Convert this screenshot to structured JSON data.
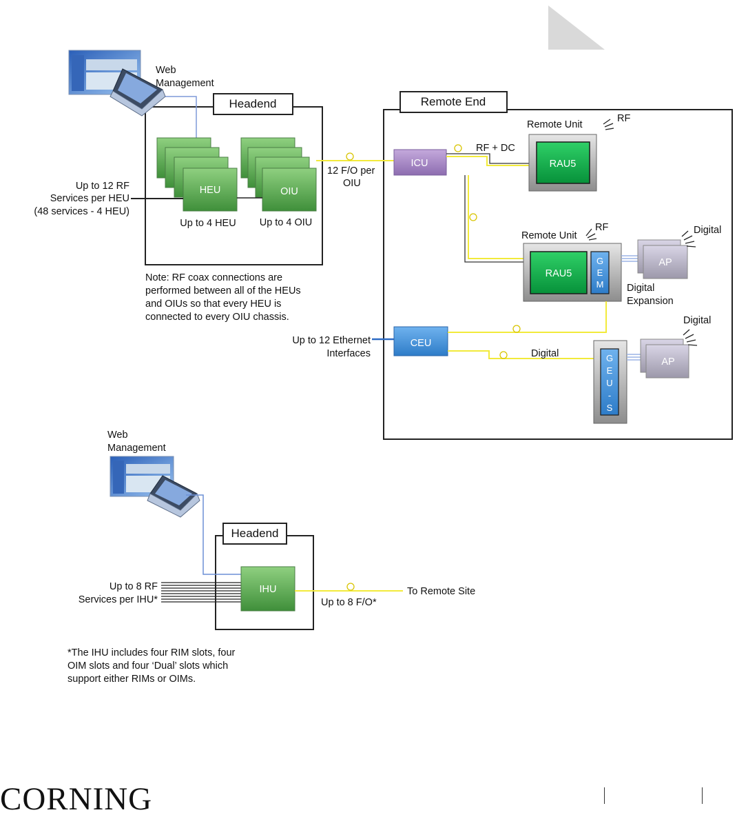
{
  "top": {
    "web_management": [
      "Web",
      "Management"
    ],
    "headend_title": "Headend",
    "remote_end_title": "Remote End",
    "heu_label": "HEU",
    "oiu_label": "OIU",
    "up_to_4_heu": "Up to 4 HEU",
    "up_to_4_oiu": "Up to 4 OIU",
    "rf_services": [
      "Up to 12 RF",
      "Services per HEU",
      "(48 services - 4 HEU)"
    ],
    "fo_per_oiu": [
      "12 F/O per",
      "OIU"
    ],
    "note": [
      "Note: RF coax connections are",
      "performed between all of the HEUs",
      "and OIUs so that every HEU is",
      "connected to every OIU chassis."
    ],
    "icu_label": "ICU",
    "rf_dc": "RF + DC",
    "remote_unit_1": "Remote Unit",
    "rf_1": "RF",
    "rau5_1": "RAU5",
    "remote_unit_2": "Remote Unit",
    "rf_2": "RF",
    "rau5_2": "RAU5",
    "gem_letters": [
      "G",
      "E",
      "M"
    ],
    "digital_1": "Digital",
    "ap_1": "AP",
    "digital_expansion": [
      "Digital",
      "Expansion"
    ],
    "ethernet": [
      "Up to 12 Ethernet",
      "Interfaces"
    ],
    "ceu_label": "CEU",
    "digital_link": "Digital",
    "digital_2": "Digital",
    "geus_letters": [
      "G",
      "E",
      "U",
      "-",
      "S"
    ],
    "ap_2": "AP"
  },
  "bottom": {
    "web_management": [
      "Web",
      "Management"
    ],
    "headend_title": "Headend",
    "ihu_label": "IHU",
    "rf_services": [
      "Up to 8 RF",
      "Services per IHU*"
    ],
    "fo": "Up to 8 F/O*",
    "to_remote": "To Remote Site",
    "footnote": [
      "*The IHU includes four RIM slots, four",
      "OIM slots and four ‘Dual’ slots which",
      "support either RIMs or OIMs."
    ]
  },
  "footer": {
    "logo": "CORNING"
  },
  "colors": {
    "green": "#5aa84f",
    "green_bright": "#10b04a",
    "purple": "#a98bc4",
    "blue": "#3d8fd8",
    "fiber_yellow": "#f2ea3a",
    "mgmt_blue": "#6b8fd6"
  },
  "icons": [
    "laptop-web-management-icon",
    "rf-signal-icon",
    "digital-signal-icon",
    "fiber-loop-icon"
  ]
}
